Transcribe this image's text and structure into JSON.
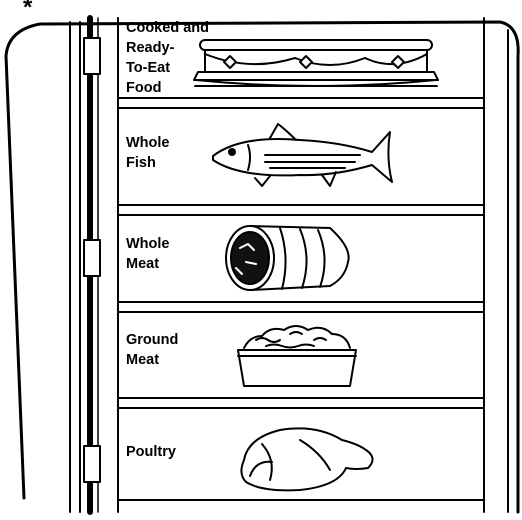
{
  "marker": "*",
  "shelves": [
    {
      "id": "cooked",
      "lines": [
        "Cooked and",
        "Ready-",
        "To-Eat",
        "Food"
      ],
      "icon": "cake-icon"
    },
    {
      "id": "fish",
      "lines": [
        "Whole",
        "Fish"
      ],
      "icon": "fish-icon"
    },
    {
      "id": "meat",
      "lines": [
        "Whole",
        "Meat"
      ],
      "icon": "roast-icon"
    },
    {
      "id": "ground",
      "lines": [
        "Ground",
        "Meat"
      ],
      "icon": "ground-meat-tray-icon"
    },
    {
      "id": "poultry",
      "lines": [
        "Poultry"
      ],
      "icon": "poultry-icon"
    }
  ],
  "colors": {
    "ink": "#000000",
    "paper": "#ffffff"
  }
}
